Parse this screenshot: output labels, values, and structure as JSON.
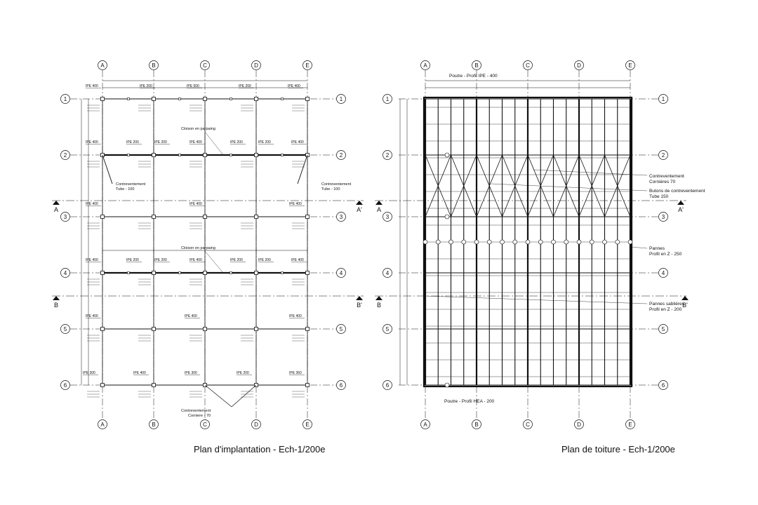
{
  "plans": {
    "left": {
      "caption": "Plan d'implantation - Ech-1/200e",
      "columns": [
        "A",
        "B",
        "C",
        "D",
        "E"
      ],
      "rows": [
        "1",
        "2",
        "3",
        "4",
        "5",
        "6"
      ],
      "section_a": "A",
      "section_a2": "A'",
      "section_b": "B",
      "section_b2": "B'",
      "beam_labels": [
        "IPE 400",
        "IPE 200",
        "IPE 500",
        "IPE 200",
        "IPE 400",
        "IPE 400",
        "IPE 200",
        "IPE 200",
        "IPE 400",
        "IPE 200",
        "IPE 200",
        "IPE 400",
        "IPE 400",
        "IPE 400",
        "IPE 400",
        "IPE 400",
        "IPE 200",
        "IPE 200",
        "IPE 400",
        "IPE 200",
        "IPE 200",
        "IPE 400",
        "IPE 400",
        "IPE 400",
        "IPE 400",
        "IPE 300",
        "IPE 400",
        "IPE 300",
        "IPE 200",
        "IPE 360"
      ],
      "notes": {
        "cloison_top": "Cloison en parpaing",
        "cloison_mid": "Cloison en parpaing",
        "contrev_left_1": "Contreventement",
        "contrev_left_2": "Tube - 100",
        "contrev_right_1": "Contreventement",
        "contrev_right_2": "Tube - 100",
        "contrev_bottom_1": "Contreventement",
        "contrev_bottom_2": "Corniere - 70"
      }
    },
    "right": {
      "caption": "Plan de toiture - Ech-1/200e",
      "columns": [
        "A",
        "B",
        "C",
        "D",
        "E"
      ],
      "rows": [
        "1",
        "2",
        "3",
        "4",
        "5",
        "6"
      ],
      "section_a": "A",
      "section_a2": "A'",
      "section_b": "B",
      "section_b2": "B'",
      "top_label": "Poutre - Profil IPE - 400",
      "bottom_label": "Poutre - Profil HEA - 200",
      "notes": {
        "contrev_1": "Contreventement",
        "contrev_2": "Cornières 70",
        "butons_1": "Butons de contreventement",
        "butons_2": "Tube 150",
        "pannes_1": "Pannes",
        "pannes_2": "Profil en Z - 250",
        "sablieres_1": "Pannes sablières",
        "sablieres_2": "Profil en Z - 200"
      }
    }
  }
}
